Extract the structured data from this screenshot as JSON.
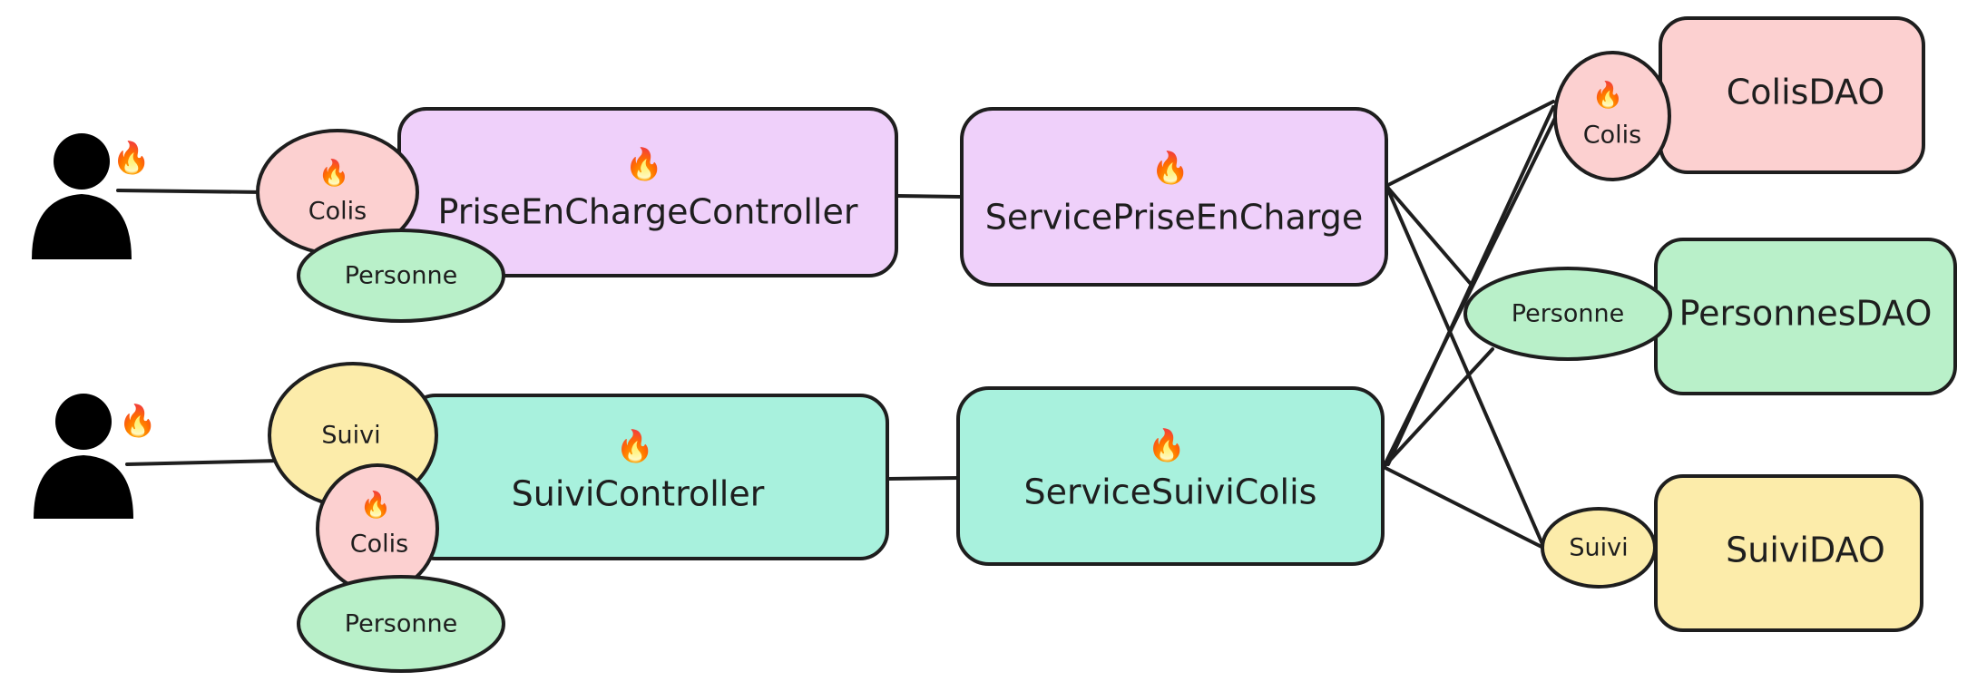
{
  "colors": {
    "purple": "#efd0fa",
    "teal": "#a8f1dd",
    "pink": "#fcd0d0",
    "green": "#b9f0c9",
    "yellow": "#fcecaa",
    "stroke": "#1e1e1e"
  },
  "icons": {
    "user": "user-icon",
    "fire": "fire-icon",
    "fire_glyph": "🔥"
  },
  "controllers": {
    "prise": {
      "label": "PriseEnChargeController"
    },
    "suivi": {
      "label": "SuiviController"
    }
  },
  "services": {
    "prise": {
      "label": "ServicePriseEnCharge"
    },
    "suivi": {
      "label": "ServiceSuiviColis"
    }
  },
  "daos": {
    "colis": {
      "label": "ColisDAO"
    },
    "personnes": {
      "label": "PersonnesDAO"
    },
    "suivi": {
      "label": "SuiviDAO"
    }
  },
  "interfaces": {
    "prise_colis": "Colis",
    "prise_personne": "Personne",
    "suivi_suivi": "Suivi",
    "suivi_colis": "Colis",
    "suivi_personne": "Personne",
    "dao_colis": "Colis",
    "dao_personne": "Personne",
    "dao_suivi": "Suivi"
  }
}
